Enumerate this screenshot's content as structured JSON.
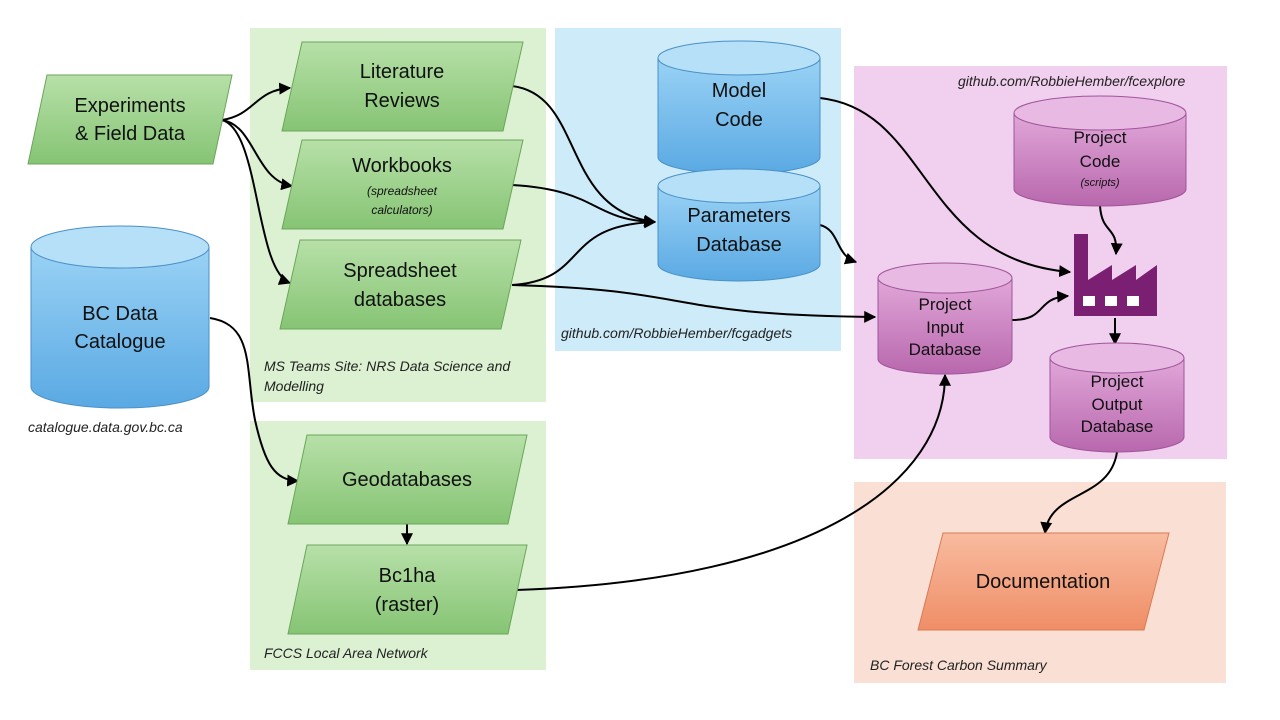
{
  "zones": {
    "ms_teams": "MS Teams Site: NRS Data Science and Modelling",
    "fccs_lan": "FCCS Local Area Network",
    "fcgadgets": "github.com/RobbieHember/fcgadgets",
    "fcexplore": "github.com/RobbieHember/fcexplore",
    "bc_fcs": "BC Forest Carbon Summary",
    "catalogue_url": "catalogue.data.gov.bc.ca"
  },
  "nodes": {
    "experiments": [
      "Experiments",
      "& Field Data"
    ],
    "literature": [
      "Literature",
      "Reviews"
    ],
    "workbooks": {
      "title": "Workbooks",
      "sub": [
        "(spreadsheet",
        "calculators)"
      ]
    },
    "spreadsheet_db": [
      "Spreadsheet",
      "databases"
    ],
    "bc_data_catalogue": [
      "BC Data",
      "Catalogue"
    ],
    "geodatabases": "Geodatabases",
    "bc1ha": [
      "Bc1ha",
      "(raster)"
    ],
    "model_code": [
      "Model",
      "Code"
    ],
    "parameters_db": [
      "Parameters",
      "Database"
    ],
    "project_code": {
      "title": [
        "Project",
        "Code"
      ],
      "sub": "(scripts)"
    },
    "project_input_db": [
      "Project",
      "Input",
      "Database"
    ],
    "project_output_db": [
      "Project",
      "Output",
      "Database"
    ],
    "documentation": "Documentation"
  },
  "colors": {
    "green_zone": "#dcf1d2",
    "blue_zone": "#cdebf9",
    "purple_zone": "#f1cfee",
    "orange_zone": "#fae0d4",
    "green_shape": "#8fca7f",
    "blue_shape": "#6fb6e8",
    "purple_shape": "#c77ebd",
    "orange_shape": "#f3a07c",
    "factory": "#7a1f72"
  }
}
